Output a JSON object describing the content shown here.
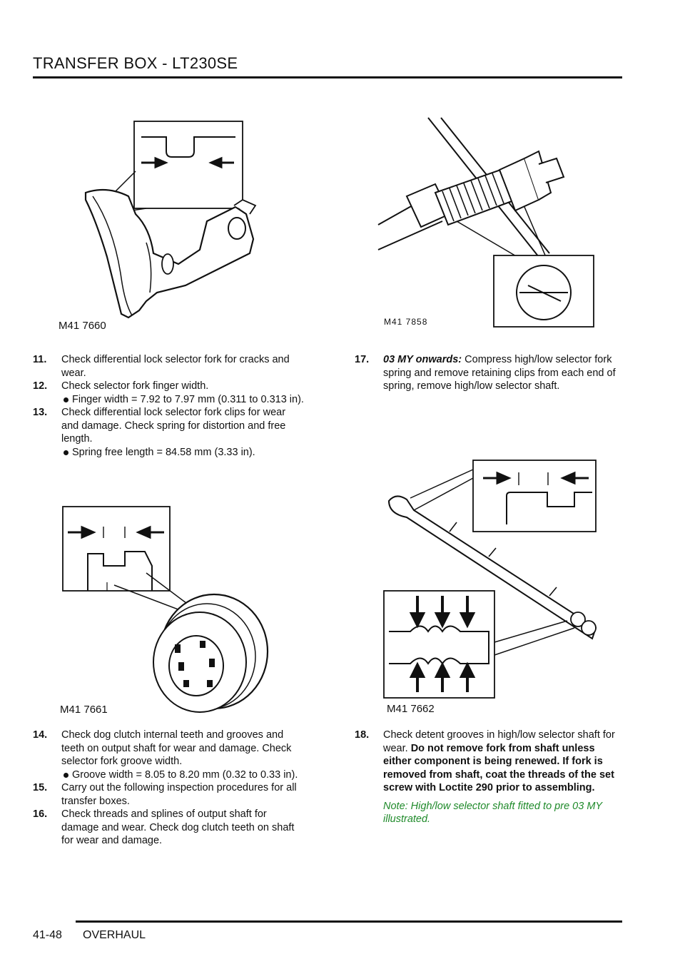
{
  "header": {
    "title": "TRANSFER BOX - LT230SE"
  },
  "footer": {
    "page_number": "41-48",
    "section": "OVERHAUL"
  },
  "figures": {
    "fig1": {
      "code": "M41 7660"
    },
    "fig2": {
      "code": "M41 7858"
    },
    "fig3": {
      "code": "M41 7661"
    },
    "fig4": {
      "code": "M41 7662"
    }
  },
  "steps": {
    "s11": {
      "num": "11.",
      "text": "Check differential lock selector fork for cracks and wear."
    },
    "s12": {
      "num": "12.",
      "text": "Check selector fork finger width.",
      "bullet": "Finger width = 7.92 to 7.97 mm (0.311 to 0.313 in)."
    },
    "s13": {
      "num": "13.",
      "text": "Check differential lock selector fork clips for wear and damage. Check spring for distortion and free length.",
      "bullet": "Spring free length = 84.58 mm (3.33 in)."
    },
    "s14": {
      "num": "14.",
      "text": "Check dog clutch internal teeth and grooves and teeth on output shaft for wear and damage. Check selector fork groove width.",
      "bullet": "Groove width = 8.05 to 8.20 mm (0.32 to 0.33 in)."
    },
    "s15": {
      "num": "15.",
      "text": "Carry out the following inspection procedures for all transfer boxes."
    },
    "s16": {
      "num": "16.",
      "text": "Check threads and splines of output shaft for damage and wear. Check dog clutch teeth on shaft for wear and damage."
    },
    "s17": {
      "num": "17.",
      "lead": "03 MY onwards:",
      "text": " Compress high/low selector fork spring and remove retaining clips from each end of spring, remove high/low selector shaft."
    },
    "s18": {
      "num": "18.",
      "text": "Check detent grooves in high/low selector shaft for wear. ",
      "bold": "Do not remove fork from shaft unless either component is being renewed. If fork is removed from shaft, coat the threads of the set screw with Loctite 290 prior to assembling.",
      "note": "Note: High/low selector shaft fitted to pre 03 MY illustrated."
    }
  }
}
